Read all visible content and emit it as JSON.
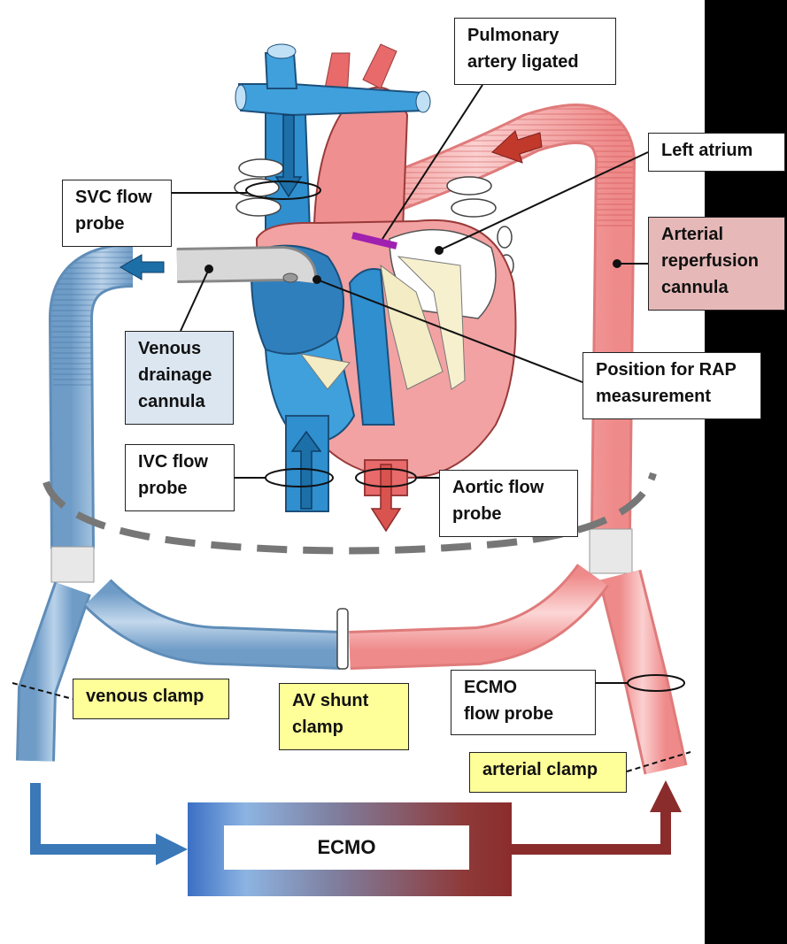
{
  "labels": {
    "pulmonary_artery": "Pulmonary\nartery ligated",
    "left_atrium": "Left atrium",
    "svc_flow_probe": "SVC flow\nprobe",
    "arterial_cannula": "Arterial\nreperfusion\ncannula",
    "venous_cannula": "Venous\ndrainage\ncannula",
    "rap_position": "Position for RAP\nmeasurement",
    "ivc_flow_probe": "IVC flow\nprobe",
    "aortic_flow_probe": "Aortic flow\nprobe",
    "venous_clamp": "venous clamp",
    "av_shunt_clamp": "AV shunt\nclamp",
    "ecmo_flow_probe": "ECMO\nflow probe",
    "arterial_clamp": "arterial clamp"
  },
  "ecmo": {
    "label": "ECMO"
  },
  "colors": {
    "venous": "#8fb4d6",
    "arterial": "#f4a6a6",
    "deoxygenated_blood": "#2f8fcf",
    "oxygenated_blood": "#e96a6a",
    "arrow_venous": "#3a78b8",
    "arrow_arterial": "#8b2c2c",
    "ligature": "#a020b0",
    "right_band": "#000000"
  }
}
